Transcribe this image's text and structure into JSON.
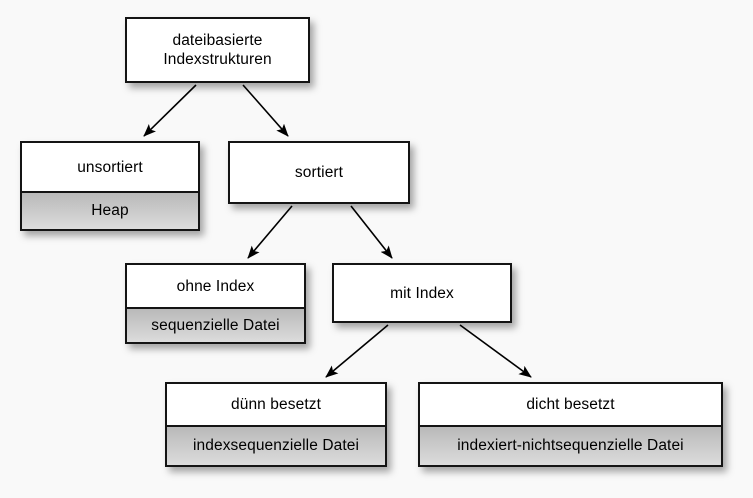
{
  "diagram": {
    "title": "dateibasierte Indexstrukturen",
    "background_color": "#f9f9f9",
    "node_fill_color": "#ffffff",
    "node_sub_fill_color": "#c9c9c9",
    "node_border_color": "#141414",
    "edge_color": "#000000",
    "nodes": {
      "root": {
        "label": "dateibasierte\nIndexstrukturen",
        "sub": ""
      },
      "unsortiert": {
        "label": "unsortiert",
        "sub": "Heap"
      },
      "sortiert": {
        "label": "sortiert",
        "sub": ""
      },
      "ohne_index": {
        "label": "ohne Index",
        "sub": "sequenzielle Datei"
      },
      "mit_index": {
        "label": "mit Index",
        "sub": ""
      },
      "duenn_besetzt": {
        "label": "dünn besetzt",
        "sub": "indexsequenzielle Datei"
      },
      "dicht_besetzt": {
        "label": "dicht besetzt",
        "sub": "indexiert-nichtsequenzielle Datei"
      }
    },
    "edges": [
      {
        "from": "root",
        "to": "unsortiert"
      },
      {
        "from": "root",
        "to": "sortiert"
      },
      {
        "from": "sortiert",
        "to": "ohne_index"
      },
      {
        "from": "sortiert",
        "to": "mit_index"
      },
      {
        "from": "mit_index",
        "to": "duenn_besetzt"
      },
      {
        "from": "mit_index",
        "to": "dicht_besetzt"
      }
    ]
  }
}
